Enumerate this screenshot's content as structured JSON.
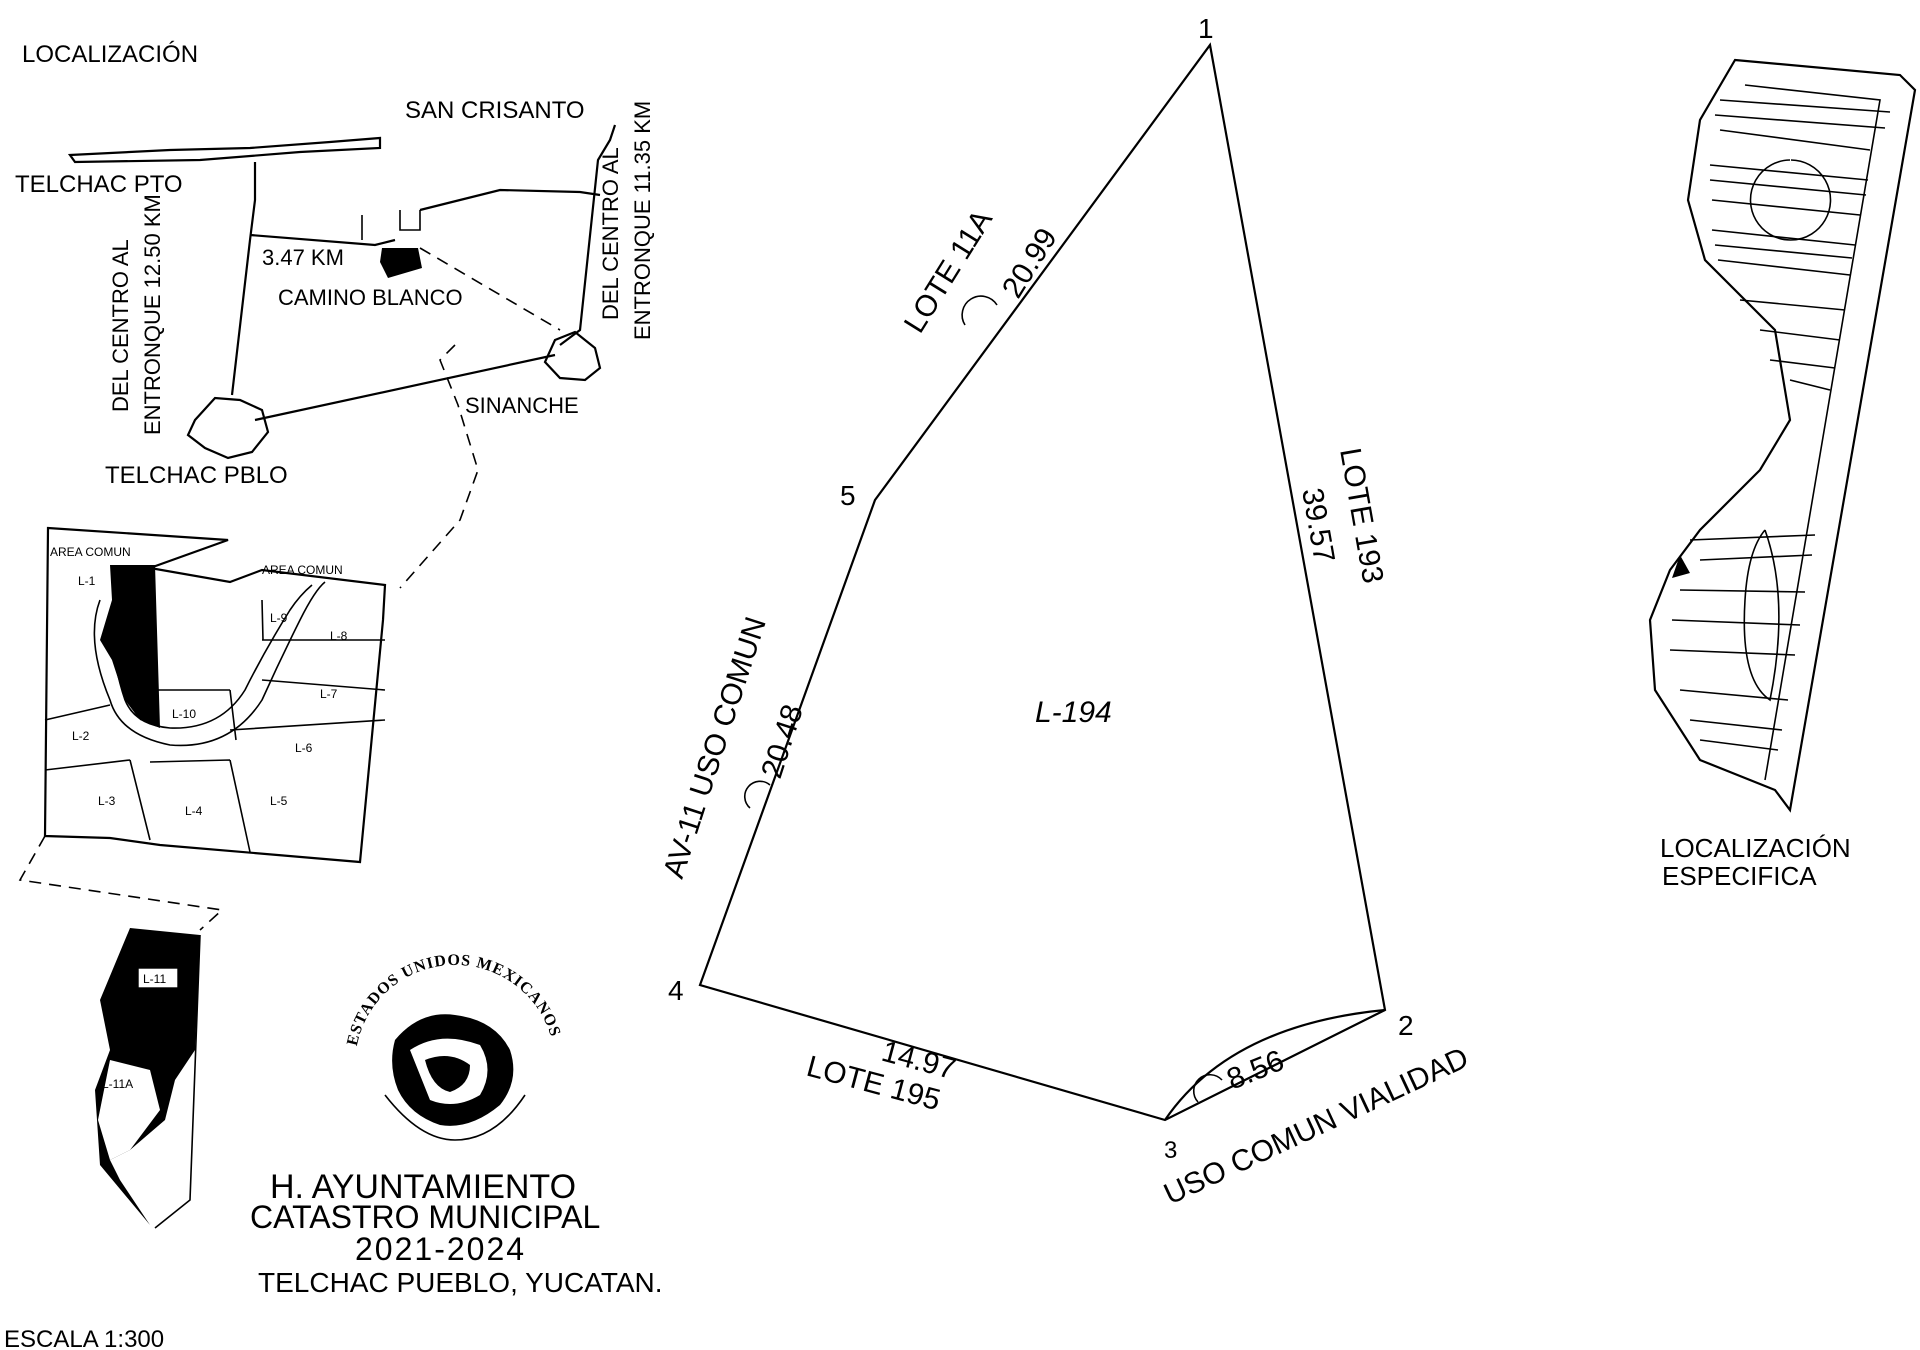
{
  "location_panel": {
    "title": "LOCALIZACIÓN",
    "places": {
      "san_crisanto": "SAN CRISANTO",
      "telchac_pto": "TELCHAC PTO",
      "camino_blanco": "CAMINO BLANCO",
      "sinanche": "SINANCHE",
      "telchac_pblo": "TELCHAC PBLO"
    },
    "distance": "3.47 KM",
    "route_left": [
      "DEL CENTRO AL",
      "ENTRONQUE 12.50 KM"
    ],
    "route_right": [
      "DEL CENTRO AL",
      "ENTRONQUE 11.35 KM"
    ]
  },
  "subdivision_panel": {
    "area_comun_left": "AREA COMUN",
    "area_comun_right": "AREA COMUN",
    "lots": [
      "L-1",
      "L-2",
      "L-3",
      "L-4",
      "L-5",
      "L-6",
      "L-7",
      "L-8",
      "L-9",
      "L-10"
    ]
  },
  "detail_strip": {
    "lot_top": "L-11",
    "lot_bottom": "L-11A"
  },
  "plot": {
    "lot_label": "L-194",
    "vertices": [
      "1",
      "2",
      "3",
      "4",
      "5"
    ],
    "boundaries": {
      "north_west": {
        "name": "LOTE 11A",
        "length": "20.99"
      },
      "east": {
        "name": "LOTE 193",
        "length": "39.57"
      },
      "west": {
        "name": "AV-11 USO COMUN",
        "length": "20.48"
      },
      "south_west": {
        "name": "LOTE 195",
        "length": "14.97"
      },
      "south_east": {
        "name": "USO COMUN VIALIDAD",
        "length": "8.56"
      }
    }
  },
  "specific_location": {
    "title_line1": "LOCALIZACIÓN",
    "title_line2": "ESPECIFICA"
  },
  "seal": {
    "ring_text": "ESTADOS UNIDOS MEXICANOS",
    "line1": "H. AYUNTAMIENTO",
    "line2": "CATASTRO MUNICIPAL",
    "line3": "2021-2024",
    "line4": "TELCHAC PUEBLO, YUCATAN."
  },
  "scale": "ESCALA 1:300"
}
